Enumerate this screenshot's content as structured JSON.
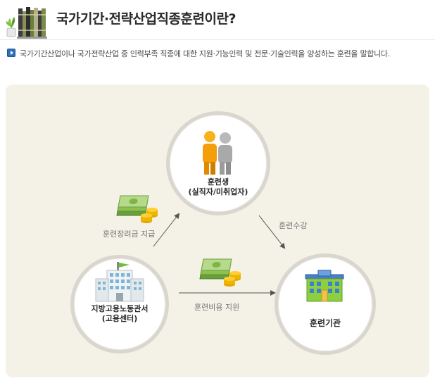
{
  "page": {
    "title": "국가기간·전략산업직종훈련이란?",
    "description": "국가기간산업이나 국가전략산업 중 인력부족 직종에 대한 지원·기능인력 및 전문·기술인력을 양성하는 훈련을 말합니다."
  },
  "diagram": {
    "trainee": {
      "line1": "훈련생",
      "line2": "(실직자/미취업자)"
    },
    "office": {
      "line1": "지방고용노동관서",
      "line2": "(고용센터)"
    },
    "institution": {
      "label": "훈련기관"
    },
    "edges": {
      "incentive": "훈련장려금 지급",
      "enrollment": "훈련수강",
      "cost_support": "훈련비용 지원"
    }
  },
  "colors": {
    "accent_blue": "#2f6fb8",
    "panel_bg": "#f4f1e6",
    "circle_border": "#d9d6cf"
  }
}
